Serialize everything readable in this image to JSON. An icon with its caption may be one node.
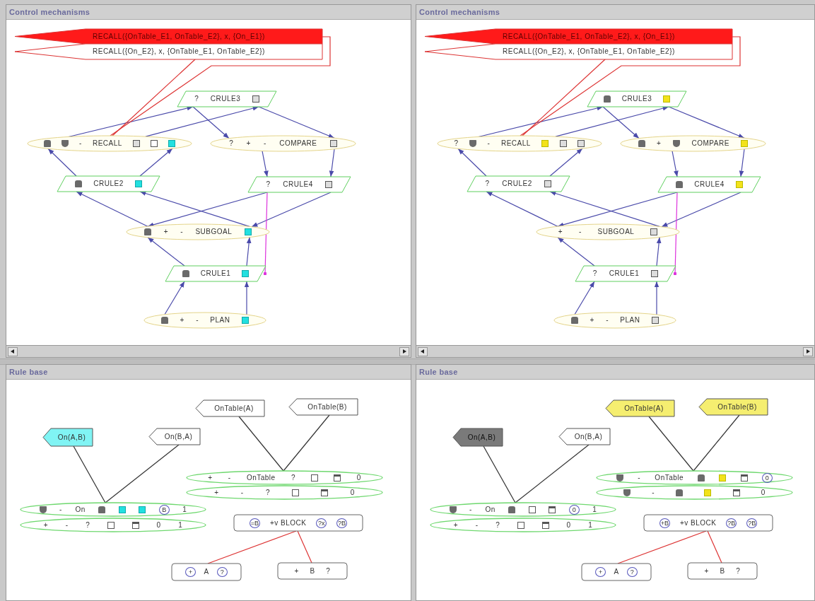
{
  "diagram": {
    "nodes": [
      {
        "text": [
          "Control mechanisms"
        ]
      },
      {
        "text": [
          "RECALL({OnTable_E1, OnTable_E2}, x, {On_E1})"
        ],
        "in": 0
      },
      {
        "text": [
          "RECALL({On_E2}, x, {OnTable_E1, OnTable_E2})"
        ],
        "in": 0
      },
      {
        "text": [
          "?",
          "CRULE3"
        ],
        "in": 0
      },
      {
        "text": [
          "-",
          "RECALL"
        ],
        "in": 0
      },
      {
        "text": [
          "?",
          "+",
          "-",
          "COMPARE"
        ],
        "in": 0
      },
      {
        "text": [
          "CRULE2"
        ],
        "in": 0
      },
      {
        "text": [
          "?",
          "CRULE4"
        ],
        "in": 0
      },
      {
        "text": [
          "+",
          "-",
          "SUBGOAL"
        ],
        "in": 0
      },
      {
        "text": [
          "CRULE1"
        ],
        "in": 0
      },
      {
        "text": [
          "+",
          "-",
          "PLAN"
        ],
        "in": 0
      },
      {
        "text": [
          "Control mechanisms"
        ]
      },
      {
        "text": [
          "RECALL({OnTable_E1, OnTable_E2}, x, {On_E1})"
        ],
        "in": 11
      },
      {
        "text": [
          "RECALL({On_E2}, x, {OnTable_E1, OnTable_E2})"
        ],
        "in": 11
      },
      {
        "text": [
          "CRULE3"
        ],
        "in": 11
      },
      {
        "text": [
          "?",
          "-",
          "RECALL"
        ],
        "in": 11
      },
      {
        "text": [
          "+",
          "COMPARE"
        ],
        "in": 11
      },
      {
        "text": [
          "?",
          "CRULE2"
        ],
        "in": 11
      },
      {
        "text": [
          "CRULE4"
        ],
        "in": 11
      },
      {
        "text": [
          "+",
          "-",
          "SUBGOAL"
        ],
        "in": 11
      },
      {
        "text": [
          "?",
          "CRULE1"
        ],
        "in": 11
      },
      {
        "text": [
          "+",
          "-",
          "PLAN"
        ],
        "in": 11
      },
      {
        "text": [
          "Rule base"
        ]
      },
      {
        "text": [
          "OnTable(A)"
        ],
        "in": 22
      },
      {
        "text": [
          "OnTable(B)"
        ],
        "in": 22
      },
      {
        "text": [
          "On(A,B)"
        ],
        "in": 22
      },
      {
        "text": [
          "On(B,A)"
        ],
        "in": 22
      },
      {
        "text": [
          "+",
          "-",
          "OnTable",
          "?",
          "0"
        ],
        "in": 22
      },
      {
        "text": [
          "+",
          "-",
          "?",
          "0"
        ],
        "in": 22
      },
      {
        "text": [
          "-",
          "On",
          "B",
          "1"
        ],
        "in": 22
      },
      {
        "text": [
          "+",
          "-",
          "?",
          "0",
          "1"
        ],
        "in": 22
      },
      {
        "text": [
          "=B",
          "+v BLOCK",
          "?x",
          "?B"
        ],
        "in": 22
      },
      {
        "text": [
          "+",
          "A",
          "?"
        ],
        "in": 22
      },
      {
        "text": [
          "+",
          "B",
          "?"
        ],
        "in": 22
      },
      {
        "text": [
          "Rule base"
        ]
      },
      {
        "text": [
          "OnTable(A)"
        ],
        "in": 34
      },
      {
        "text": [
          "OnTable(B)"
        ],
        "in": 34
      },
      {
        "text": [
          "On(A,B)"
        ],
        "in": 34
      },
      {
        "text": [
          "On(B,A)"
        ],
        "in": 34
      },
      {
        "text": [
          "-",
          "OnTable",
          "0"
        ],
        "in": 34
      },
      {
        "text": [
          "-",
          "0"
        ],
        "in": 34
      },
      {
        "text": [
          "-",
          "On",
          "0",
          "1"
        ],
        "in": 34
      },
      {
        "text": [
          "+",
          "-",
          "?",
          "0",
          "1"
        ],
        "in": 34
      },
      {
        "text": [
          "+B",
          "+v BLOCK",
          "?B",
          "?B"
        ],
        "in": 34
      },
      {
        "text": [
          "+",
          "A",
          "?"
        ],
        "in": 34
      },
      {
        "text": [
          "+",
          "B",
          "?"
        ],
        "in": 34
      }
    ],
    "edges": [
      {
        "from": 4,
        "to": 3,
        "arrow": "to"
      },
      {
        "from": 4,
        "to": 3,
        "arrow": "to"
      },
      {
        "from": 3,
        "to": 5,
        "arrow": "to"
      },
      {
        "from": 3,
        "to": 5,
        "arrow": "to"
      },
      {
        "from": 5,
        "to": 7,
        "arrow": "to"
      },
      {
        "from": 5,
        "to": 7,
        "arrow": "to"
      },
      {
        "from": 6,
        "to": 4,
        "arrow": "to"
      },
      {
        "from": 6,
        "to": 4,
        "arrow": "to"
      },
      {
        "from": 8,
        "to": 6,
        "arrow": "to"
      },
      {
        "from": 8,
        "to": 6,
        "arrow": "to"
      },
      {
        "from": 7,
        "to": 8,
        "arrow": "to"
      },
      {
        "from": 7,
        "to": 8,
        "arrow": "to"
      },
      {
        "from": 9,
        "to": 8,
        "arrow": "to"
      },
      {
        "from": 9,
        "to": 8,
        "arrow": "to"
      },
      {
        "from": 10,
        "to": 9,
        "arrow": "to"
      },
      {
        "from": 10,
        "to": 9,
        "arrow": "to"
      },
      {
        "from": 1,
        "to": 4,
        "arrow": "none",
        "color": "#dd3333"
      },
      {
        "from": 2,
        "to": 4,
        "arrow": "none",
        "color": "#dd3333"
      },
      {
        "from": 7,
        "to": 9,
        "arrow": "other",
        "color": "#dd33dd"
      },
      {
        "from": 15,
        "to": 14,
        "arrow": "to"
      },
      {
        "from": 15,
        "to": 14,
        "arrow": "to"
      },
      {
        "from": 14,
        "to": 16,
        "arrow": "to"
      },
      {
        "from": 14,
        "to": 16,
        "arrow": "to"
      },
      {
        "from": 16,
        "to": 18,
        "arrow": "to"
      },
      {
        "from": 16,
        "to": 18,
        "arrow": "to"
      },
      {
        "from": 17,
        "to": 15,
        "arrow": "to"
      },
      {
        "from": 17,
        "to": 15,
        "arrow": "to"
      },
      {
        "from": 19,
        "to": 17,
        "arrow": "to"
      },
      {
        "from": 19,
        "to": 17,
        "arrow": "to"
      },
      {
        "from": 18,
        "to": 19,
        "arrow": "to"
      },
      {
        "from": 18,
        "to": 19,
        "arrow": "to"
      },
      {
        "from": 20,
        "to": 19,
        "arrow": "to"
      },
      {
        "from": 20,
        "to": 19,
        "arrow": "to"
      },
      {
        "from": 21,
        "to": 20,
        "arrow": "to"
      },
      {
        "from": 21,
        "to": 20,
        "arrow": "to"
      },
      {
        "from": 12,
        "to": 15,
        "arrow": "none",
        "color": "#dd3333"
      },
      {
        "from": 13,
        "to": 15,
        "arrow": "none",
        "color": "#dd3333"
      },
      {
        "from": 18,
        "to": 20,
        "arrow": "other",
        "color": "#dd33dd"
      },
      {
        "from": 25,
        "to": 29,
        "arrow": "none",
        "color": "#333333"
      },
      {
        "from": 26,
        "to": 29,
        "arrow": "none",
        "color": "#333333"
      },
      {
        "from": 23,
        "to": 27,
        "arrow": "none",
        "color": "#333333"
      },
      {
        "from": 24,
        "to": 27,
        "arrow": "none",
        "color": "#333333"
      },
      {
        "from": 31,
        "to": 32,
        "arrow": "none",
        "color": "#dd3333"
      },
      {
        "from": 31,
        "to": 33,
        "arrow": "none",
        "color": "#dd3333"
      },
      {
        "from": 37,
        "to": 41,
        "arrow": "none",
        "color": "#333333"
      },
      {
        "from": 38,
        "to": 41,
        "arrow": "none",
        "color": "#333333"
      },
      {
        "from": 35,
        "to": 39,
        "arrow": "none",
        "color": "#333333"
      },
      {
        "from": 36,
        "to": 39,
        "arrow": "none",
        "color": "#333333"
      },
      {
        "from": 43,
        "to": 44,
        "arrow": "none",
        "color": "#dd3333"
      },
      {
        "from": 43,
        "to": 45,
        "arrow": "none",
        "color": "#dd3333"
      }
    ]
  }
}
